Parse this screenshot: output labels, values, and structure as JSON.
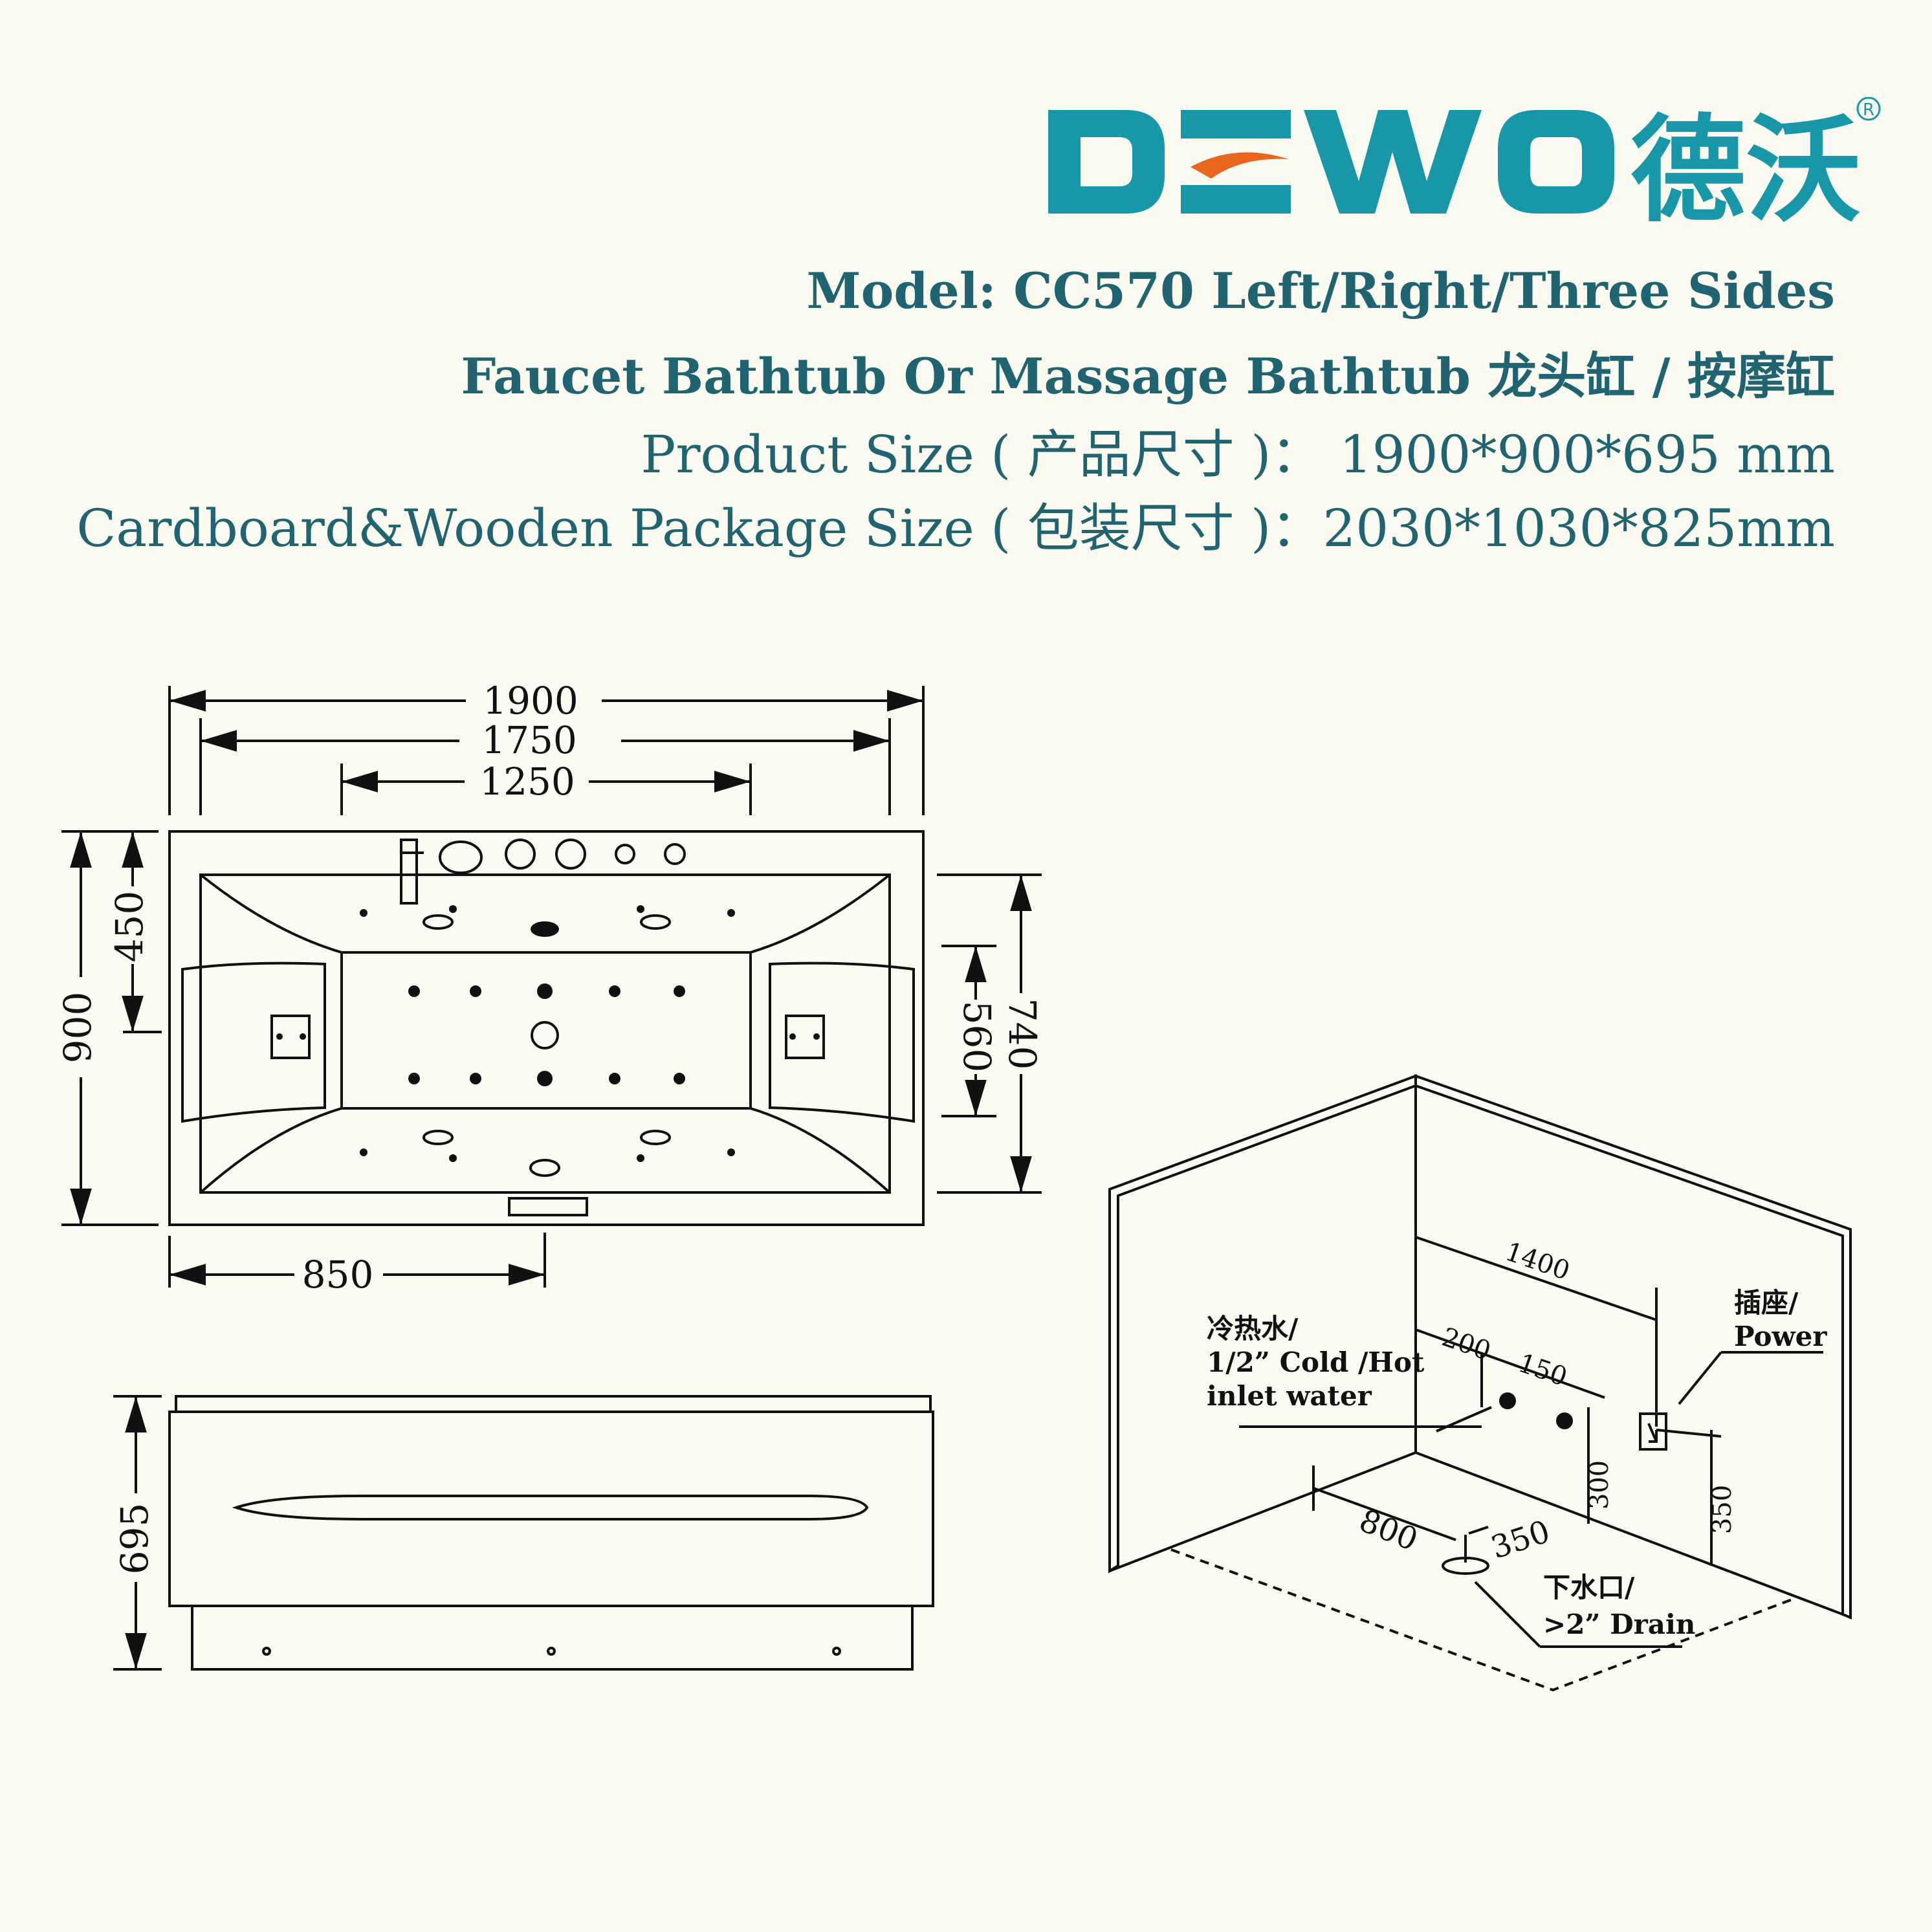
{
  "brand": {
    "name": "DEWO",
    "name_cn": "德沃",
    "registered_mark": "R",
    "colors": {
      "teal": "#1797a8",
      "accent": "#e8661e",
      "text": "#1f6470"
    }
  },
  "header": {
    "model": "Model: CC570 Left/Right/Three Sides",
    "type": "Faucet Bathtub Or Massage Bathtub 龙头缸 / 按摩缸",
    "product_size": "Product Size ( 产品尺寸 )：  1900*900*695 mm",
    "package_size": "Cardboard&Wooden Package Size ( 包装尺寸 )：2030*1030*825mm"
  },
  "top_view": {
    "dims": {
      "overall_length": "1900",
      "inner_length": "1750",
      "basin_length": "1250",
      "overall_width": "900",
      "half_width": "450",
      "inner_width": "740",
      "basin_width": "560",
      "drain_offset": "850"
    }
  },
  "front_view": {
    "dims": {
      "height": "695"
    }
  },
  "install_view": {
    "dims": {
      "wall_length": "1400",
      "inlet_offset": "200",
      "inlet_spacing": "150",
      "inlet_height": "300",
      "power_height": "350",
      "drain_x": "800",
      "drain_y": "350"
    },
    "labels": {
      "water_cn": "冷热水/",
      "water_en_1": "1/2” Cold /Hot",
      "water_en_2": "inlet water",
      "power_cn": "插座/",
      "power_en": "Power",
      "drain_cn": "下水口/",
      "drain_en": ">2” Drain"
    }
  }
}
